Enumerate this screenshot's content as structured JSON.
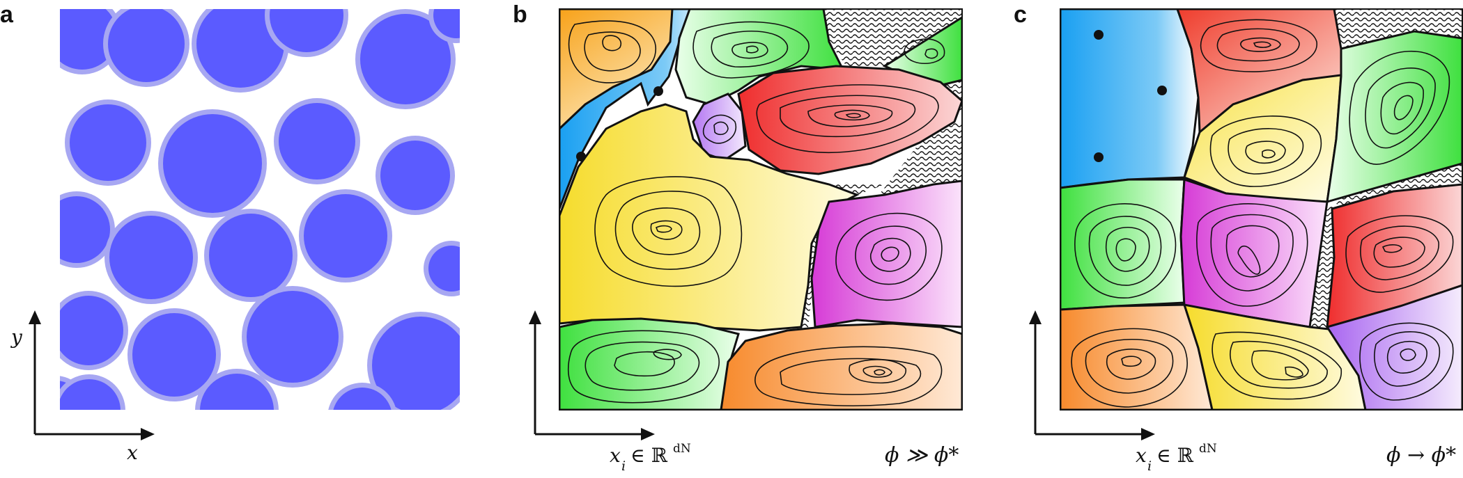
{
  "panels": [
    {
      "id": "a",
      "label": "a",
      "x_axis_label": "x",
      "y_axis_label": "y"
    },
    {
      "id": "b",
      "label": "b",
      "x_axis_var": "x",
      "x_axis_sub": "i",
      "x_axis_set": "∈ ℝ",
      "x_axis_sup": "dN",
      "regime": "ϕ ≫ ϕ*"
    },
    {
      "id": "c",
      "label": "c",
      "x_axis_var": "x",
      "x_axis_sub": "i",
      "x_axis_set": "∈ ℝ",
      "x_axis_sup": "dN",
      "regime": "ϕ → ϕ*"
    }
  ],
  "colors": {
    "particle_fill": "#5b5bff",
    "particle_halo": "#a7a7f2",
    "blue": "#29a6f0",
    "yellow": "#f7e243",
    "orange": "#f79b43",
    "red": "#f03a3a",
    "green": "#4fe34f",
    "magenta": "#d94fd9",
    "violet": "#b277f0"
  }
}
